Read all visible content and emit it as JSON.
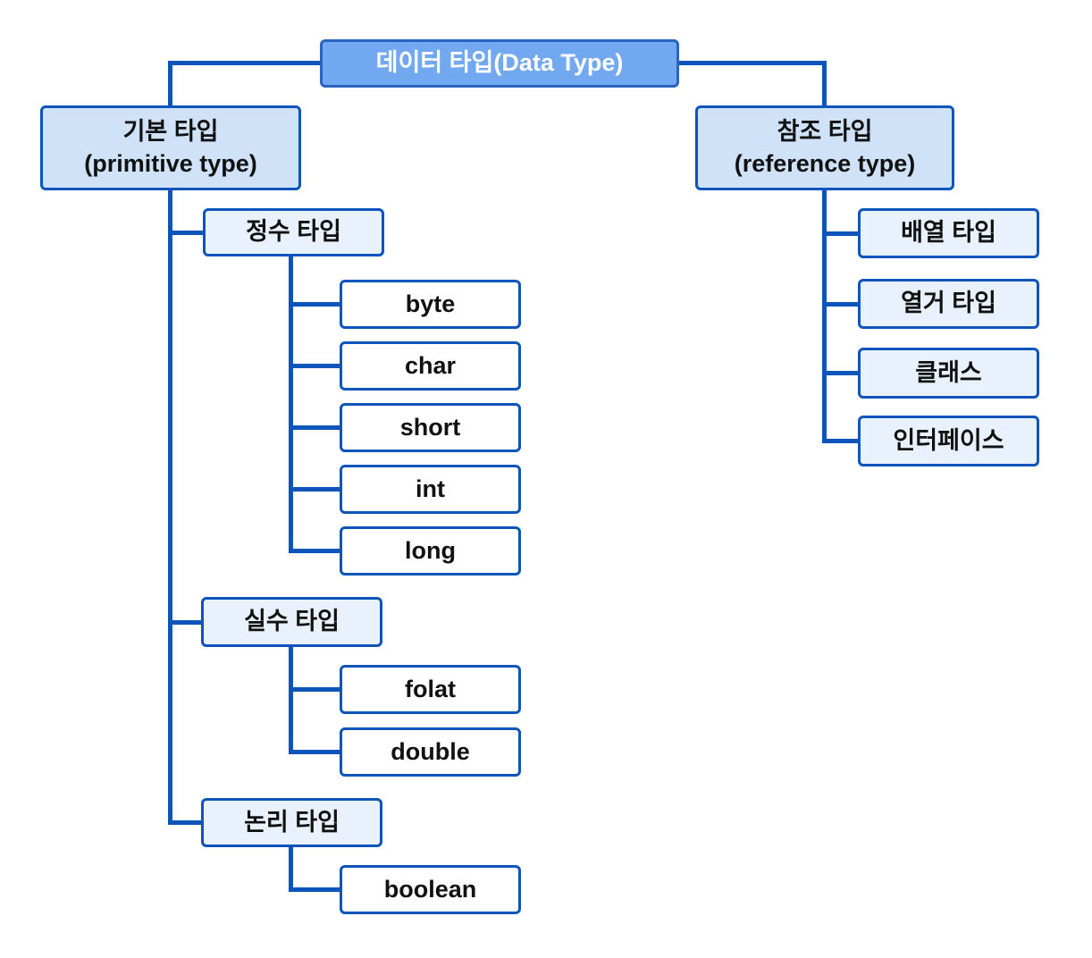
{
  "colors": {
    "line": "#0d55ba",
    "root_fill": "#71a8f0",
    "root_border": "#2b63c1",
    "level1_fill": "#cfe2f8",
    "mid_fill": "#e9f1fc",
    "leaf_fill": "#ffffff",
    "text": "#111111",
    "root_text": "#ffffff"
  },
  "diagram": {
    "type": "tree",
    "root": {
      "label": "데이터 타입(Data Type)"
    },
    "branches": [
      {
        "label_ko": "기본 타입",
        "label_en": "(primitive type)",
        "children": [
          {
            "label": "정수 타입",
            "leaves": [
              "byte",
              "char",
              "short",
              "int",
              "long"
            ]
          },
          {
            "label": "실수 타입",
            "leaves": [
              "folat",
              "double"
            ]
          },
          {
            "label": "논리 타입",
            "leaves": [
              "boolean"
            ]
          }
        ]
      },
      {
        "label_ko": "참조 타입",
        "label_en": "(reference type)",
        "children": [
          {
            "label": "배열 타입",
            "leaves": []
          },
          {
            "label": "열거 타입",
            "leaves": []
          },
          {
            "label": "클래스",
            "leaves": []
          },
          {
            "label": "인터페이스",
            "leaves": []
          }
        ]
      }
    ]
  }
}
